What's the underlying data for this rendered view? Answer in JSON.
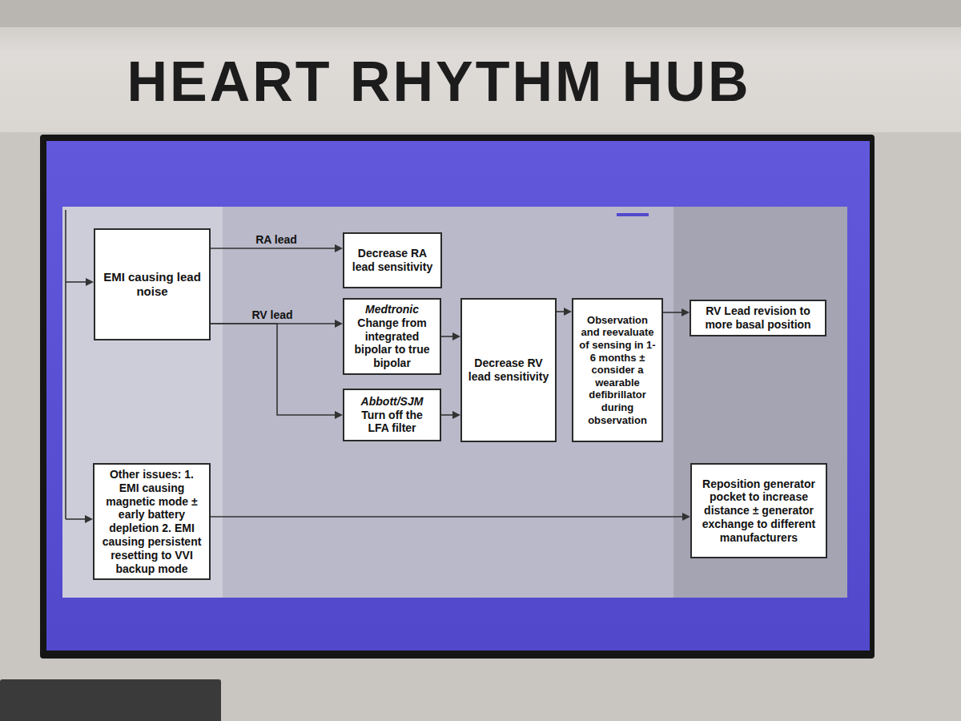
{
  "diagram": {
    "title": "HEART RHYTHM HUB",
    "nodes": [
      {
        "text": [
          "EMI causing lead noise"
        ]
      },
      {
        "text": [
          "Decrease RA lead sensitivity"
        ]
      },
      {
        "text": [
          "Medtronic",
          "Change from integrated bipolar to true bipolar"
        ]
      },
      {
        "text": [
          "Abbott/SJM",
          "Turn off the LFA filter"
        ]
      },
      {
        "text": [
          "Decrease RV lead sensitivity"
        ]
      },
      {
        "text": [
          "Observation and reevaluate of sensing in 1-6 months ± consider a wearable defibrillator during observation"
        ]
      },
      {
        "text": [
          "RV Lead revision to more basal position"
        ]
      },
      {
        "text": [
          "Other issues: 1. EMI causing magnetic mode ± early battery depletion 2. EMI causing persistent resetting to VVI backup mode"
        ]
      },
      {
        "text": [
          "Reposition generator pocket to increase distance ± generator exchange to different manufacturers"
        ]
      }
    ],
    "edges": [
      {
        "from": 0,
        "to": 1,
        "arrow": "to",
        "label": "RA lead"
      },
      {
        "from": 0,
        "to": 2,
        "arrow": "to",
        "label": "RV lead"
      },
      {
        "from": 0,
        "to": 3,
        "arrow": "to"
      },
      {
        "from": 2,
        "to": 4,
        "arrow": "to"
      },
      {
        "from": 3,
        "to": 4,
        "arrow": "to"
      },
      {
        "from": 4,
        "to": 5,
        "arrow": "to"
      },
      {
        "from": 5,
        "to": 6,
        "arrow": "to"
      },
      {
        "from": 7,
        "to": 8,
        "arrow": "to"
      }
    ]
  }
}
